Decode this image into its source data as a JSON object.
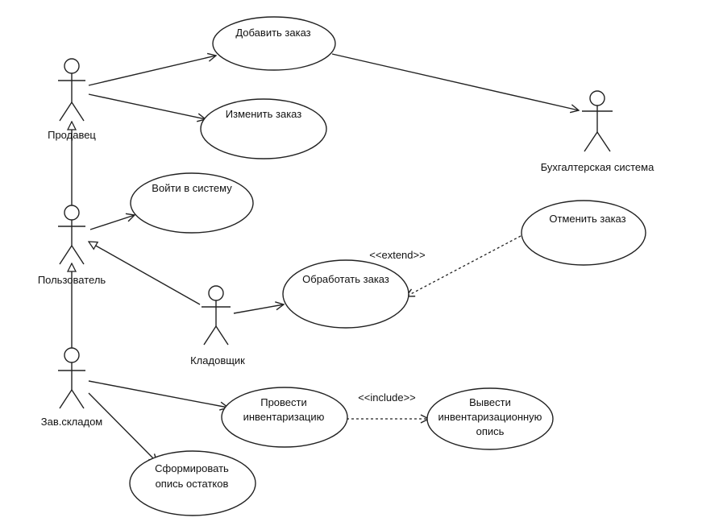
{
  "actors": {
    "seller": "Продавец",
    "user": "Пользователь",
    "warehouse_head": "Зав.складом",
    "storekeeper": "Кладовщик",
    "accounting_system": "Бухгалтерская система"
  },
  "use_cases": {
    "add_order": "Добавить заказ",
    "edit_order": "Изменить заказ",
    "login": "Войти в систему",
    "process_order": "Обработать заказ",
    "cancel_order": "Отменить заказ",
    "inventory_line1": "Провести",
    "inventory_line2": "инвентаризацию",
    "inventory_list_line1": "Вывести",
    "inventory_list_line2": "инвентаризационную",
    "inventory_list_line3": "опись",
    "remains_list_line1": "Сформировать",
    "remains_list_line2": "опись остатков"
  },
  "relationships": {
    "extend_label": "<<extend>>",
    "include_label": "<<include>>"
  }
}
